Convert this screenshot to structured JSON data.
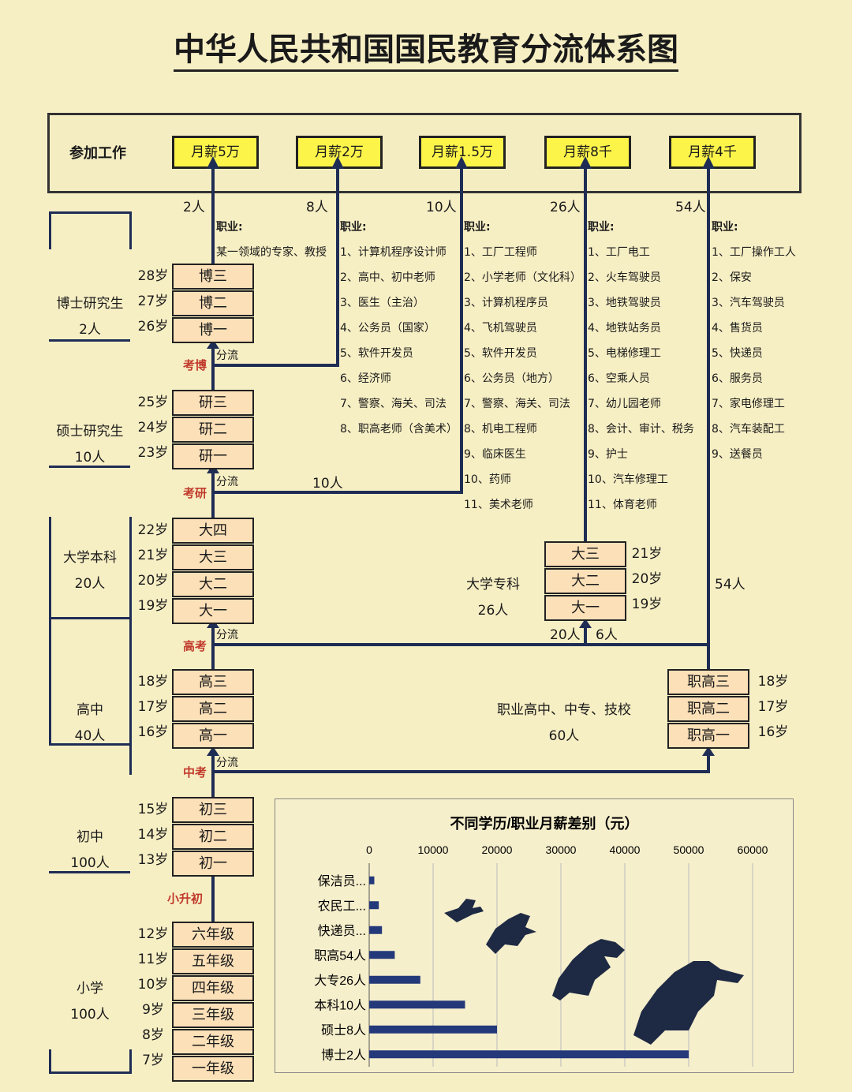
{
  "title": "中华人民共和国国民教育分流体系图",
  "work": {
    "label": "参加工作",
    "salaries": [
      "月薪5万",
      "月薪2万",
      "月薪1.5万",
      "月薪8千",
      "月薪4千"
    ],
    "counts": [
      "2人",
      "8人",
      "10人",
      "26人",
      "54人"
    ]
  },
  "jobs": [
    {
      "head": "职业:",
      "items": [
        "某一领域的专家、教授"
      ]
    },
    {
      "head": "职业:",
      "items": [
        "1、计算机程序设计师",
        "2、高中、初中老师",
        "3、医生（主治）",
        "4、公务员（国家）",
        "5、软件开发员",
        "6、经济师",
        "7、警察、海关、司法",
        "8、职高老师（含美术）"
      ]
    },
    {
      "head": "职业:",
      "items": [
        "1、工厂工程师",
        "2、小学老师（文化科）",
        "3、计算机程序员",
        "4、飞机驾驶员",
        "5、软件开发员",
        "6、公务员（地方）",
        "7、警察、海关、司法",
        "8、机电工程师",
        "9、临床医生",
        "10、药师",
        "11、美术老师"
      ]
    },
    {
      "head": "职业:",
      "items": [
        "1、工厂电工",
        "2、火车驾驶员",
        "3、地铁驾驶员",
        "4、地铁站务员",
        "5、电梯修理工",
        "6、空乘人员",
        "7、幼儿园老师",
        "8、会计、审计、税务",
        "9、护士",
        "10、汽车修理工",
        "11、体育老师"
      ]
    },
    {
      "head": "职业:",
      "items": [
        "1、工厂操作工人",
        "2、保安",
        "3、汽车驾驶员",
        "4、售货员",
        "5、快递员",
        "6、服务员",
        "7、家电修理工",
        "8、汽车装配工",
        "9、送餐员"
      ]
    }
  ],
  "stages": {
    "phd": {
      "name": "博士研究生",
      "count": "2人",
      "grades": [
        "博三",
        "博二",
        "博一"
      ],
      "ages": [
        "28岁",
        "27岁",
        "26岁"
      ]
    },
    "master": {
      "name": "硕士研究生",
      "count": "10人",
      "grades": [
        "研三",
        "研二",
        "研一"
      ],
      "ages": [
        "25岁",
        "24岁",
        "23岁"
      ]
    },
    "bachelor": {
      "name": "大学本科",
      "count": "20人",
      "grades": [
        "大四",
        "大三",
        "大二",
        "大一"
      ],
      "ages": [
        "22岁",
        "21岁",
        "20岁",
        "19岁"
      ]
    },
    "high": {
      "name": "高中",
      "count": "40人",
      "grades": [
        "高三",
        "高二",
        "高一"
      ],
      "ages": [
        "18岁",
        "17岁",
        "16岁"
      ]
    },
    "middle": {
      "name": "初中",
      "count": "100人",
      "grades": [
        "初三",
        "初二",
        "初一"
      ],
      "ages": [
        "15岁",
        "14岁",
        "13岁"
      ]
    },
    "primary": {
      "name": "小学",
      "count": "100人",
      "grades": [
        "六年级",
        "五年级",
        "四年级",
        "三年级",
        "二年级",
        "一年级"
      ],
      "ages": [
        "12岁",
        "11岁",
        "10岁",
        "9岁",
        "8岁",
        "7岁"
      ]
    },
    "college": {
      "name": "大学专科",
      "count": "26人",
      "grades": [
        "大三",
        "大二",
        "大一"
      ],
      "ages": [
        "21岁",
        "20岁",
        "19岁"
      ]
    },
    "vocational": {
      "name": "职业高中、中专、技校",
      "count": "60人",
      "grades": [
        "职高三",
        "职高二",
        "职高一"
      ],
      "ages": [
        "18岁",
        "17岁",
        "16岁"
      ]
    }
  },
  "exams": {
    "phd": "考博",
    "master": "考研",
    "gaokao": "高考",
    "zhongkao": "中考",
    "xiaosheng": "小升初"
  },
  "flow": {
    "split": "分流",
    "master_out": "10人",
    "college_in": "20人",
    "college_in2": "6人",
    "voc_out": "54人"
  },
  "chart_data": {
    "type": "bar",
    "orientation": "horizontal",
    "title": "不同学历/职业月薪差别（元）",
    "categories": [
      "保洁员...",
      "农民工...",
      "快递员...",
      "职高54人",
      "大专26人",
      "本科10人",
      "硕士8人",
      "博士2人"
    ],
    "values": [
      800,
      1500,
      2000,
      4000,
      8000,
      15000,
      20000,
      50000
    ],
    "xlim": [
      0,
      60000
    ],
    "xticks": [
      "0",
      "10000",
      "20000",
      "30000",
      "40000",
      "50000",
      "60000"
    ],
    "bar_color": "#24397a"
  }
}
